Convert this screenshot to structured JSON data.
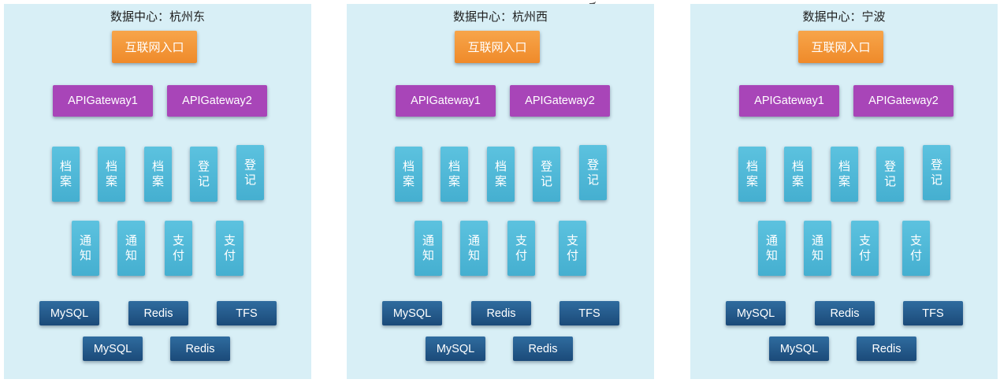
{
  "diagram": {
    "colors": {
      "panel_bg": "#d8eff6",
      "entry": "#f09235",
      "gateway": "#a845b8",
      "service": "#4fb7d6",
      "storage": "#245b8c"
    },
    "data_centers": [
      {
        "title": "数据中心：杭州东",
        "entry": "互联网入口",
        "gateways": [
          "APIGateway1",
          "APIGateway2"
        ],
        "services_row1": [
          {
            "top": "档",
            "bottom": "案"
          },
          {
            "top": "档",
            "bottom": "案"
          },
          {
            "top": "档",
            "bottom": "案"
          },
          {
            "top": "登",
            "bottom": "记"
          },
          {
            "top": "登",
            "bottom": "记"
          }
        ],
        "services_row2": [
          {
            "top": "通",
            "bottom": "知"
          },
          {
            "top": "通",
            "bottom": "知"
          },
          {
            "top": "支",
            "bottom": "付"
          },
          {
            "top": "支",
            "bottom": "付"
          }
        ],
        "storage_row1": [
          "MySQL",
          "Redis",
          "TFS"
        ],
        "storage_row2": [
          "MySQL",
          "Redis"
        ]
      },
      {
        "title": "数据中心：杭州西",
        "entry": "互联网入口",
        "gateways": [
          "APIGateway1",
          "APIGateway2"
        ],
        "services_row1": [
          {
            "top": "档",
            "bottom": "案"
          },
          {
            "top": "档",
            "bottom": "案"
          },
          {
            "top": "档",
            "bottom": "案"
          },
          {
            "top": "登",
            "bottom": "记"
          },
          {
            "top": "登",
            "bottom": "记"
          }
        ],
        "services_row2": [
          {
            "top": "通",
            "bottom": "知"
          },
          {
            "top": "通",
            "bottom": "知"
          },
          {
            "top": "支",
            "bottom": "付"
          },
          {
            "top": "支",
            "bottom": "付"
          }
        ],
        "storage_row1": [
          "MySQL",
          "Redis",
          "TFS"
        ],
        "storage_row2": [
          "MySQL",
          "Redis"
        ]
      },
      {
        "title": "数据中心：宁波",
        "entry": "互联网入口",
        "gateways": [
          "APIGateway1",
          "APIGateway2"
        ],
        "services_row1": [
          {
            "top": "档",
            "bottom": "案"
          },
          {
            "top": "档",
            "bottom": "案"
          },
          {
            "top": "档",
            "bottom": "案"
          },
          {
            "top": "登",
            "bottom": "记"
          },
          {
            "top": "登",
            "bottom": "记"
          }
        ],
        "services_row2": [
          {
            "top": "通",
            "bottom": "知"
          },
          {
            "top": "通",
            "bottom": "知"
          },
          {
            "top": "支",
            "bottom": "付"
          },
          {
            "top": "支",
            "bottom": "付"
          }
        ],
        "storage_row1": [
          "MySQL",
          "Redis",
          "TFS"
        ],
        "storage_row2": [
          "MySQL",
          "Redis"
        ]
      }
    ]
  }
}
